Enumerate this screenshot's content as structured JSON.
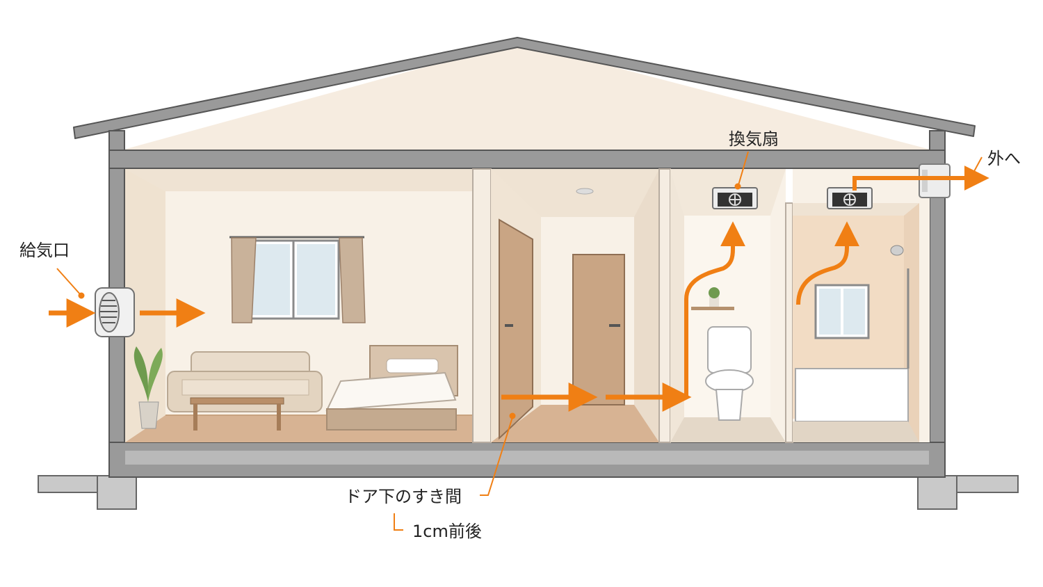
{
  "labels": {
    "supply_inlet": "給気口",
    "exhaust_fan": "換気扇",
    "to_outside": "外へ",
    "door_gap": "ドア下のすき間",
    "gap_size": "1cm前後"
  },
  "colors": {
    "airflow_arrow": "#f07f14",
    "leader_line": "#f07f14",
    "wall": "#8f8f8f",
    "wall_outline": "#555555",
    "interior_wall": "#f8f1e7",
    "floor_wood": "#d7b393",
    "bath_tile": "#f2dcc4"
  },
  "icons": [
    "supply-vent-icon",
    "exhaust-fan-icon",
    "exhaust-duct-icon",
    "airflow-arrow-icon"
  ]
}
